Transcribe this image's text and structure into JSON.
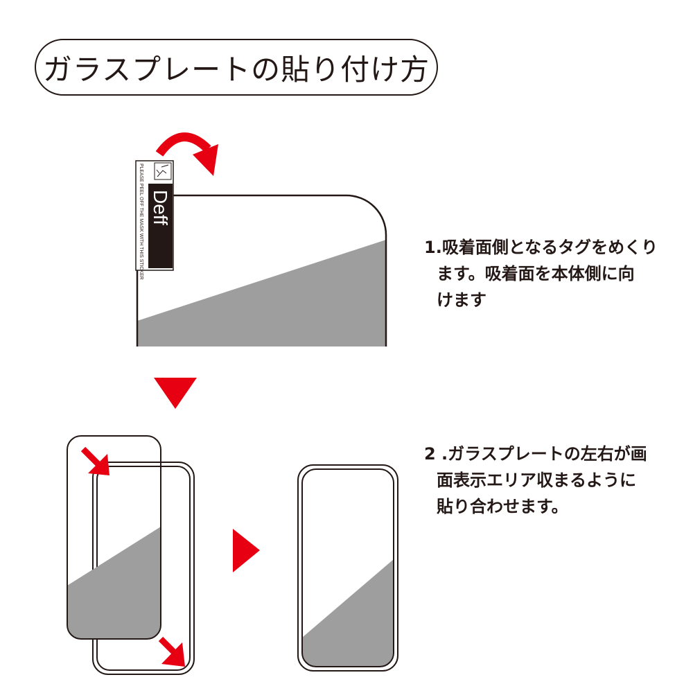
{
  "title": "ガラスプレートの貼り付け方",
  "tag": {
    "brand": "Deff",
    "instruction": "PLEASE PEEL OFF THE MASK WITH THIS STICKER"
  },
  "steps": [
    {
      "number": "1.",
      "lines": [
        "吸着面側となるタグをめくり",
        "ます。吸着面を本体側に向",
        "けます"
      ]
    },
    {
      "number": "2 .",
      "lines": [
        "ガラスプレートの左右が画",
        "面表示エリア収まるように",
        "貼り合わせます。"
      ]
    }
  ],
  "colors": {
    "accent": "#e60012",
    "ink": "#231815",
    "screen_fill": "#9e9e9e",
    "background": "#ffffff"
  }
}
